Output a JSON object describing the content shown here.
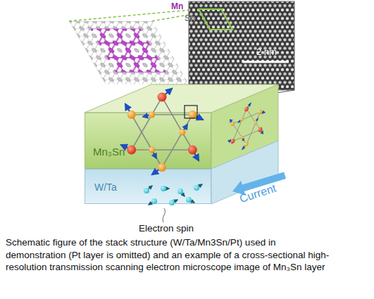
{
  "diagram": {
    "caption": "Schematic figure of the stack structure (W/Ta/Mn3Sn/Pt) used in demonstration (Pt layer is omitted) and an example of a cross-sectional high-resolution transmission scanning electron microscope image of Mn₃Sn layer",
    "nodes": [
      {
        "text": [
          "Mn₃Sn"
        ]
      },
      {
        "text": [
          "W/Ta"
        ]
      }
    ],
    "labels": [
      "Mn",
      "Sn",
      "2 nm",
      "Current",
      "Electron spin"
    ]
  }
}
